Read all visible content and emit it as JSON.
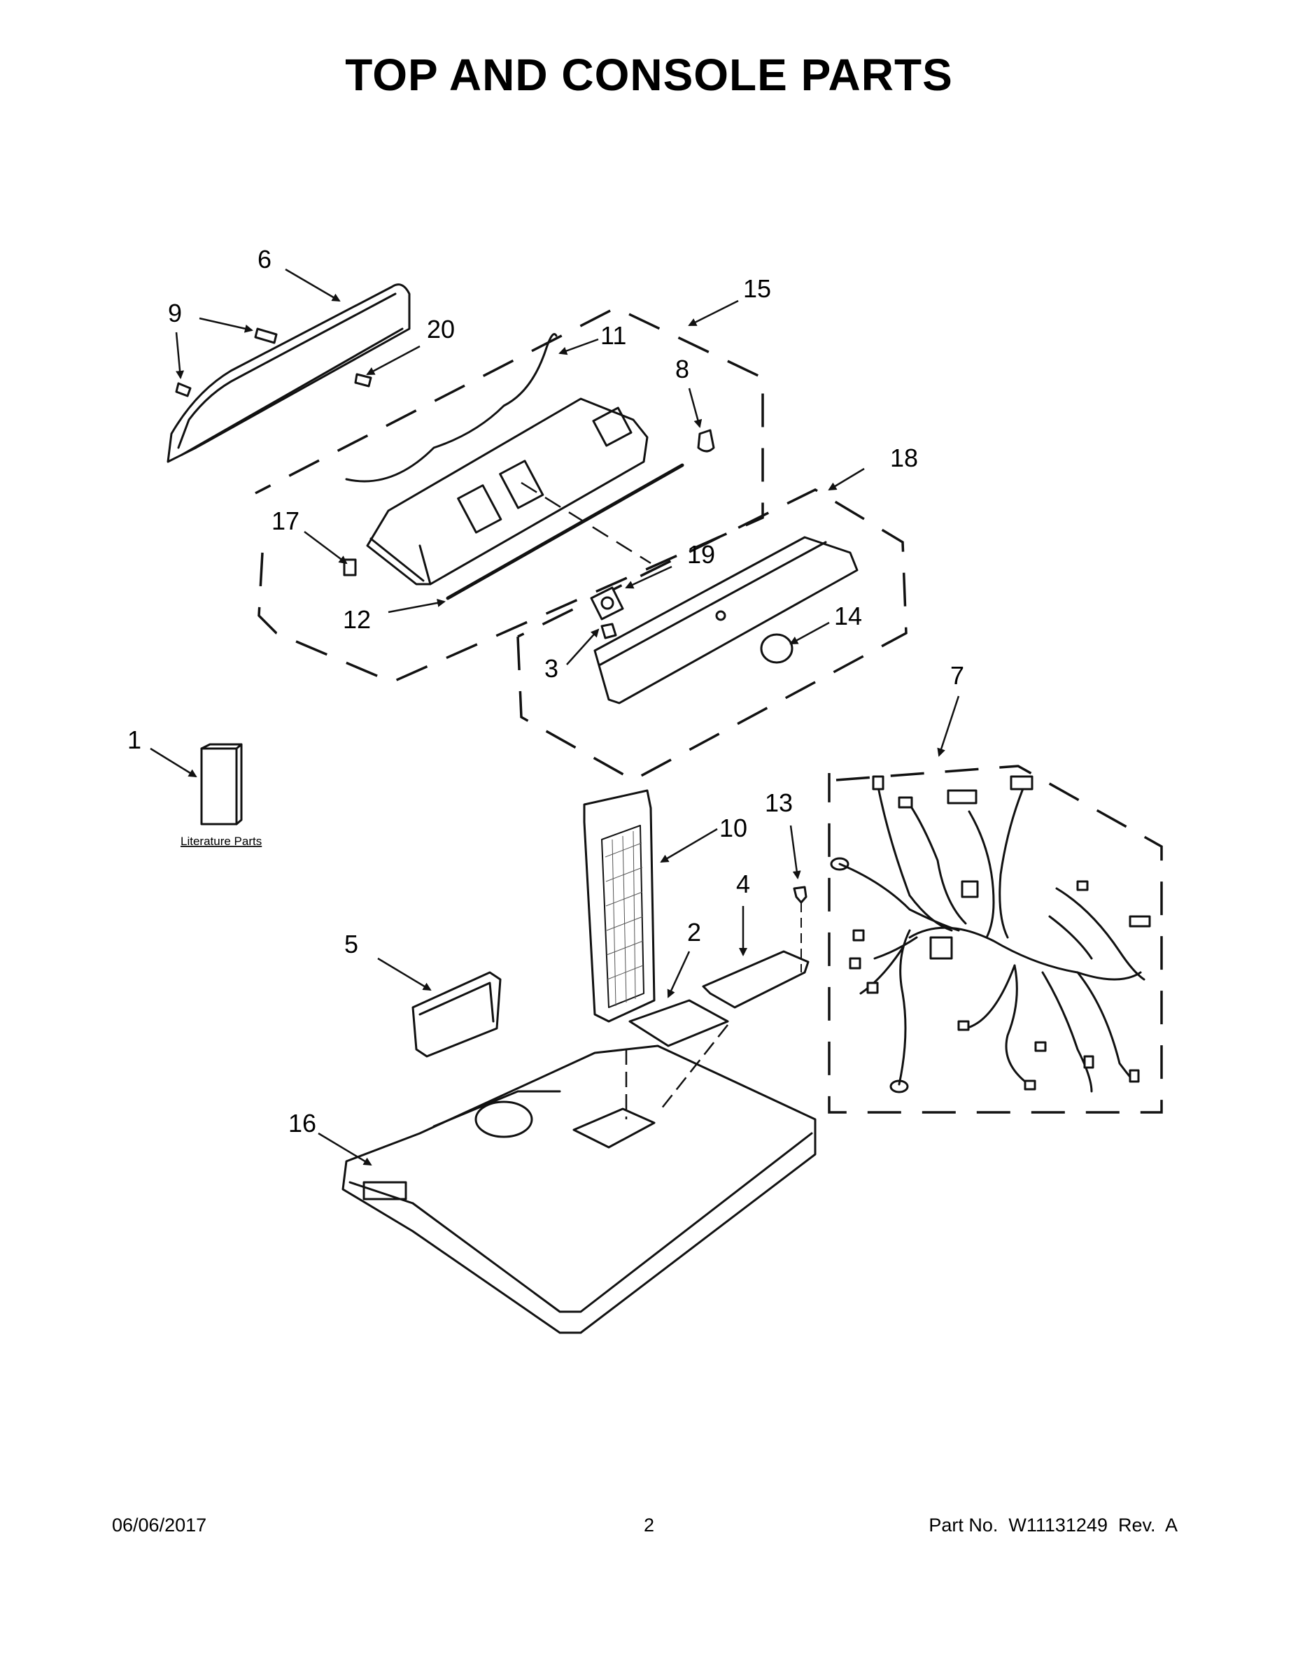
{
  "title": "TOP AND CONSOLE PARTS",
  "callouts": [
    "1",
    "2",
    "3",
    "4",
    "5",
    "6",
    "7",
    "8",
    "9",
    "10",
    "11",
    "12",
    "13",
    "14",
    "15",
    "16",
    "17",
    "18",
    "19",
    "20"
  ],
  "literature_label": "Literature Parts",
  "footer": {
    "date": "06/06/2017",
    "page": "2",
    "part_no": "Part No.  W11131249  Rev.  A"
  }
}
